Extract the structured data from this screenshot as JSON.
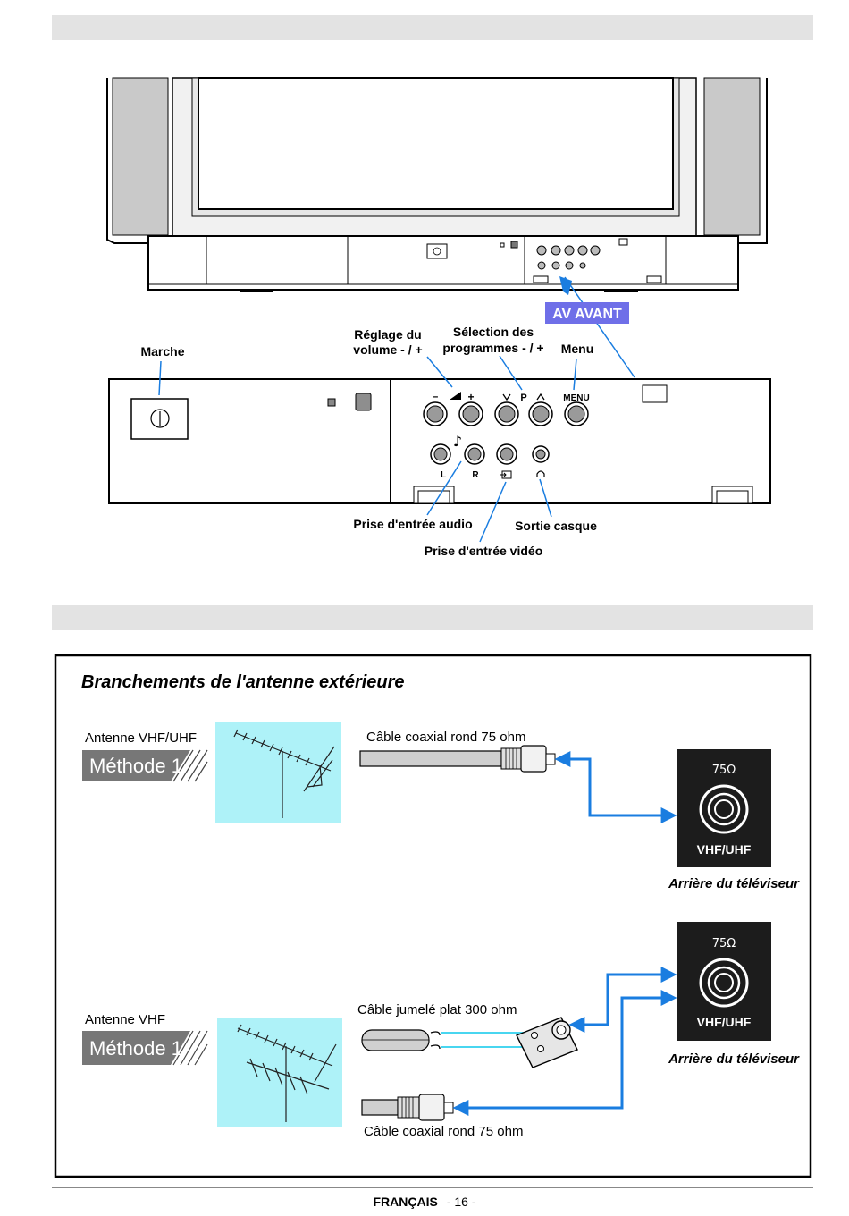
{
  "front_panel": {
    "callout_av": "AV AVANT",
    "label_marche": "Marche",
    "label_volume_1": "Réglage du",
    "label_volume_2": "volume - / +",
    "label_prog_1": "Sélection des",
    "label_prog_2": "programmes - / +",
    "label_menu": "Menu",
    "label_audio_in": "Prise d'entrée audio",
    "label_headphone": "Sortie casque",
    "label_video_in": "Prise d'entrée vidéo",
    "btn_minus": "–",
    "btn_plus": "+",
    "btn_p": "P",
    "btn_menu": "MENU",
    "jack_l": "L",
    "jack_r": "R"
  },
  "antenna_section": {
    "title": "Branchements de l'antenne extérieure",
    "method1": {
      "antenna_label": "Antenne VHF/UHF",
      "method_badge": "Méthode 1",
      "cable_label": "Câble coaxial rond 75 ohm",
      "socket_impedance": "75Ω",
      "socket_label": "VHF/UHF",
      "tv_back_label": "Arrière du téléviseur"
    },
    "method2": {
      "antenna_label": "Antenne VHF",
      "method_badge": "Méthode 1",
      "cable_flat_label": "Câble jumelé plat 300 ohm",
      "cable_coax_label": "Câble coaxial rond 75 ohm",
      "socket_impedance": "75Ω",
      "socket_label": "VHF/UHF",
      "tv_back_label": "Arrière du téléviseur"
    }
  },
  "footer": {
    "language": "FRANÇAIS",
    "page": "- 16 -"
  },
  "colors": {
    "section_bar": "#e3e3e3",
    "callout_bg": "#6f6fe8",
    "arrow_blue": "#1a7de0",
    "antenna_bg": "#aef2f8",
    "socket_bg": "#1c1c1c",
    "method_badge_bg": "#777777"
  }
}
